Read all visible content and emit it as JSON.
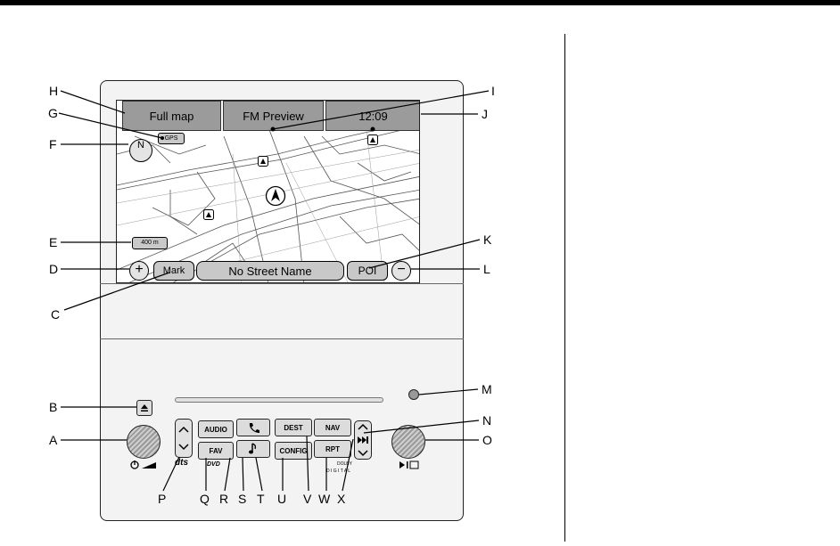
{
  "screen": {
    "full_map": "Full map",
    "fm_preview": "FM Preview",
    "time": "12:09",
    "gps": "GPS",
    "scale": "400 m",
    "compass_letter": "N",
    "plus": "+",
    "minus": "−",
    "mark": "Mark",
    "street": "No Street Name",
    "poi": "POI"
  },
  "controls": {
    "audio": "AUDIO",
    "fav": "FAV",
    "dest": "DEST",
    "config": "CONFIG",
    "nav": "NAV",
    "rpt": "RPT",
    "dts_text": "dts",
    "dvd_text": "DVD",
    "dolby_text": "DOLBY",
    "digital_text": "D I G I T A L"
  },
  "callouts": [
    "A",
    "B",
    "C",
    "D",
    "E",
    "F",
    "G",
    "H",
    "I",
    "J",
    "K",
    "L",
    "M",
    "N",
    "O",
    "P",
    "Q",
    "R",
    "S",
    "T",
    "U",
    "V",
    "W",
    "X"
  ]
}
